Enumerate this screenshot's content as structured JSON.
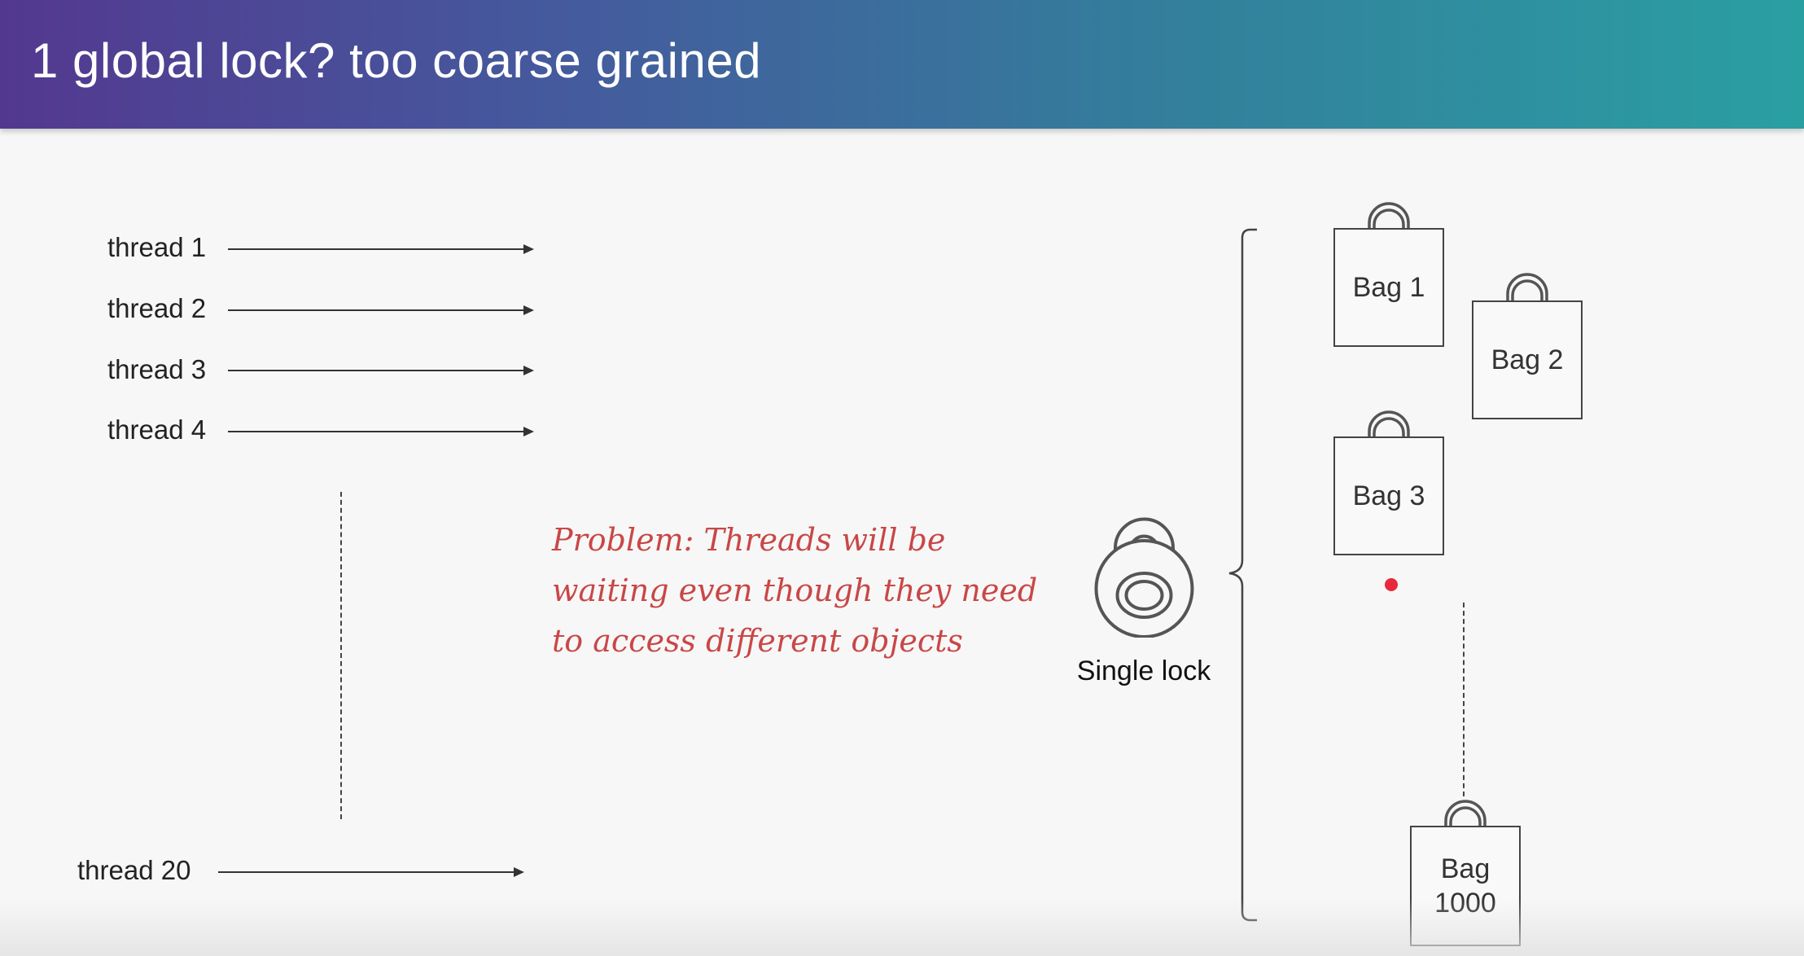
{
  "slide": {
    "title": "1 global lock? too coarse grained"
  },
  "threads": [
    {
      "label": "thread 1"
    },
    {
      "label": "thread 2"
    },
    {
      "label": "thread 3"
    },
    {
      "label": "thread 4"
    },
    {
      "label": "thread 20"
    }
  ],
  "problem_note": {
    "lines": [
      "Problem: Threads will be",
      "waiting even though they need",
      "to access different objects"
    ],
    "color": "#c94747"
  },
  "lock": {
    "label": "Single lock",
    "icon": "padlock-icon"
  },
  "bags": [
    {
      "label": "Bag 1"
    },
    {
      "label": "Bag 2"
    },
    {
      "label": "Bag 3"
    },
    {
      "label_lines": [
        "Bag",
        "1000"
      ]
    }
  ],
  "colors": {
    "header_start": "#53388f",
    "header_end": "#2a9fa2",
    "pointer_dot": "#e8293c"
  }
}
